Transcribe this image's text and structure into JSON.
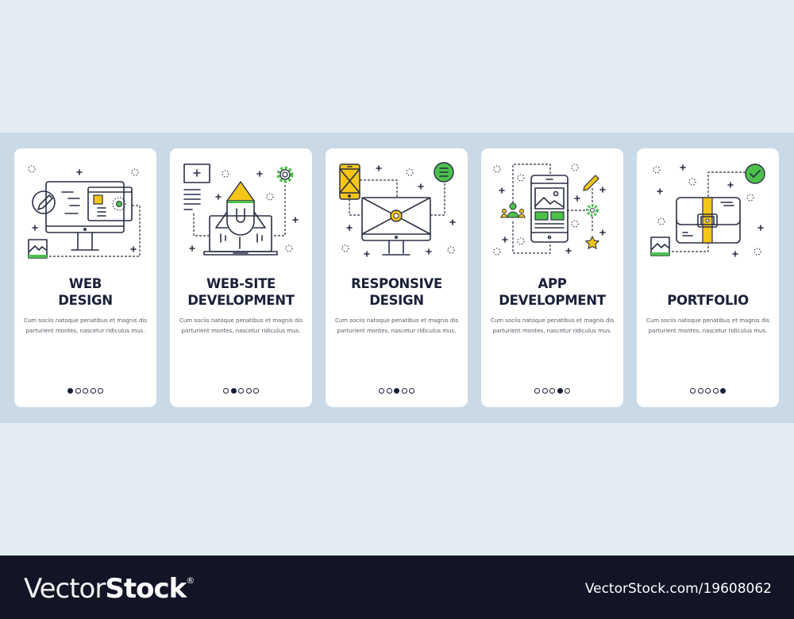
{
  "colors": {
    "background": "#e3ebf3",
    "band": "#c9d9e6",
    "card": "#ffffff",
    "heading": "#1a2038",
    "accent_yellow": "#f5c518",
    "accent_green": "#4cc14a",
    "footer": "#131426"
  },
  "cards": [
    {
      "title_line1": "WEB",
      "title_line2": "DESIGN",
      "description": "Cum sociis natoque penatibus et magnis dis parturient montes, nascetur ridiculus mus.",
      "icon": "monitor-web-design-icon",
      "active_dot": 0
    },
    {
      "title_line1": "WEB-SITE",
      "title_line2": "DEVELOPMENT",
      "description": "Cum sociis natoque penatibus et magnis dis parturient montes, nascetur ridiculus mus.",
      "icon": "laptop-rocket-icon",
      "active_dot": 1
    },
    {
      "title_line1": "RESPONSIVE",
      "title_line2": "DESIGN",
      "description": "Cum sociis natoque penatibus et magnis dis parturient montes, nascetur ridiculus mus.",
      "icon": "responsive-monitor-phone-icon",
      "active_dot": 2
    },
    {
      "title_line1": "APP",
      "title_line2": "DEVELOPMENT",
      "description": "Cum sociis natoque penatibus et magnis dis parturient montes, nascetur ridiculus mus.",
      "icon": "smartphone-app-icon",
      "active_dot": 3
    },
    {
      "title_line1": "",
      "title_line2": "PORTFOLIO",
      "description": "Cum sociis natoque penatibus et magnis dis parturient montes, nascetur ridiculus mus.",
      "icon": "portfolio-briefcase-icon",
      "active_dot": 4
    }
  ],
  "pagination": {
    "total": 5
  },
  "footer": {
    "logo_light": "Vector",
    "logo_bold": "Stock",
    "logo_mark": "®",
    "url": "VectorStock.com/19608062"
  }
}
